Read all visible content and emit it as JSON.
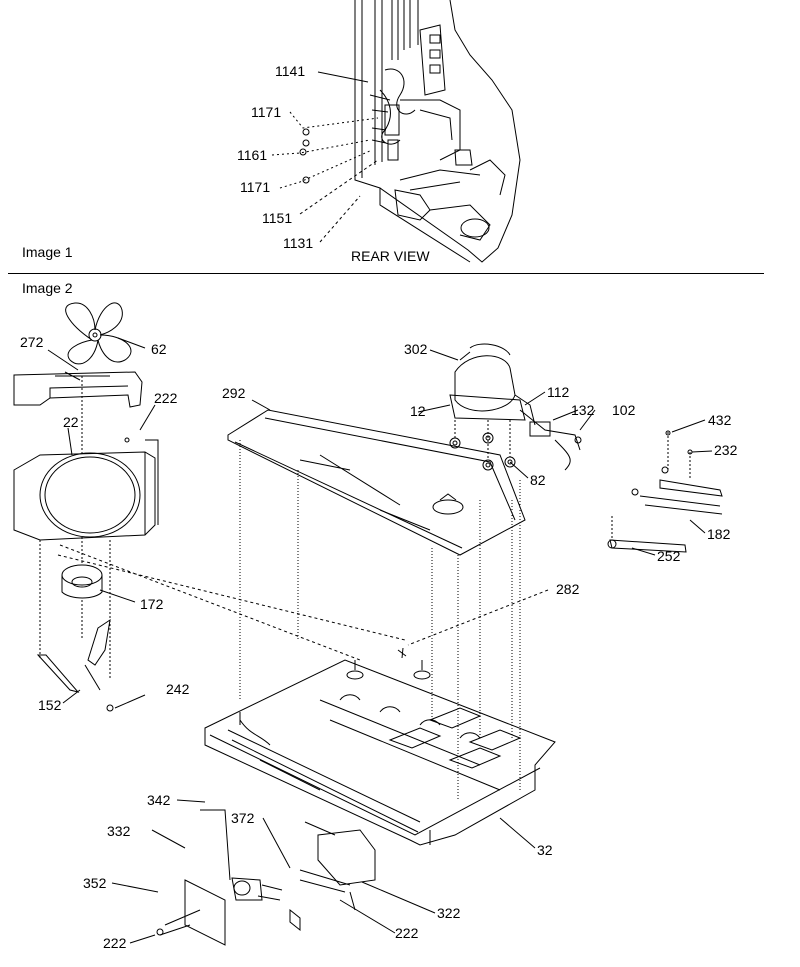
{
  "image1": {
    "title": "Image 1",
    "view_label": "REAR VIEW",
    "parts": [
      "1141",
      "1171",
      "1161",
      "1171",
      "1151",
      "1131"
    ]
  },
  "image2": {
    "title": "Image 2",
    "parts": [
      "272",
      "62",
      "222",
      "22",
      "172",
      "152",
      "242",
      "292",
      "302",
      "12",
      "112",
      "132",
      "102",
      "82",
      "282",
      "432",
      "232",
      "182",
      "252",
      "32",
      "342",
      "372",
      "332",
      "352",
      "222",
      "322",
      "222"
    ]
  }
}
